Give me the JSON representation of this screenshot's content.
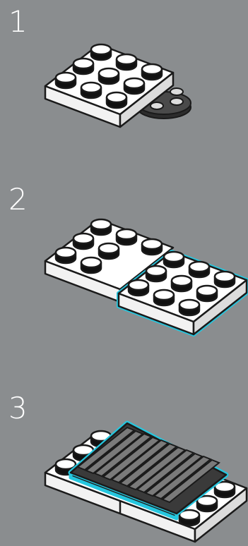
{
  "steps": [
    {
      "number": "1",
      "description_icon": "plate-3x3-on-round-plate"
    },
    {
      "number": "2",
      "description_icon": "plate-3x3-plus-highlighted-plate-3x3"
    },
    {
      "number": "3",
      "description_icon": "grille-tile-highlighted-on-plates"
    }
  ],
  "colors": {
    "background": "#8a8d8f",
    "brick": "#ffffff",
    "outline": "#1a1a1a",
    "highlight": "#25c7df",
    "dark_part": "#3a3a3a"
  }
}
